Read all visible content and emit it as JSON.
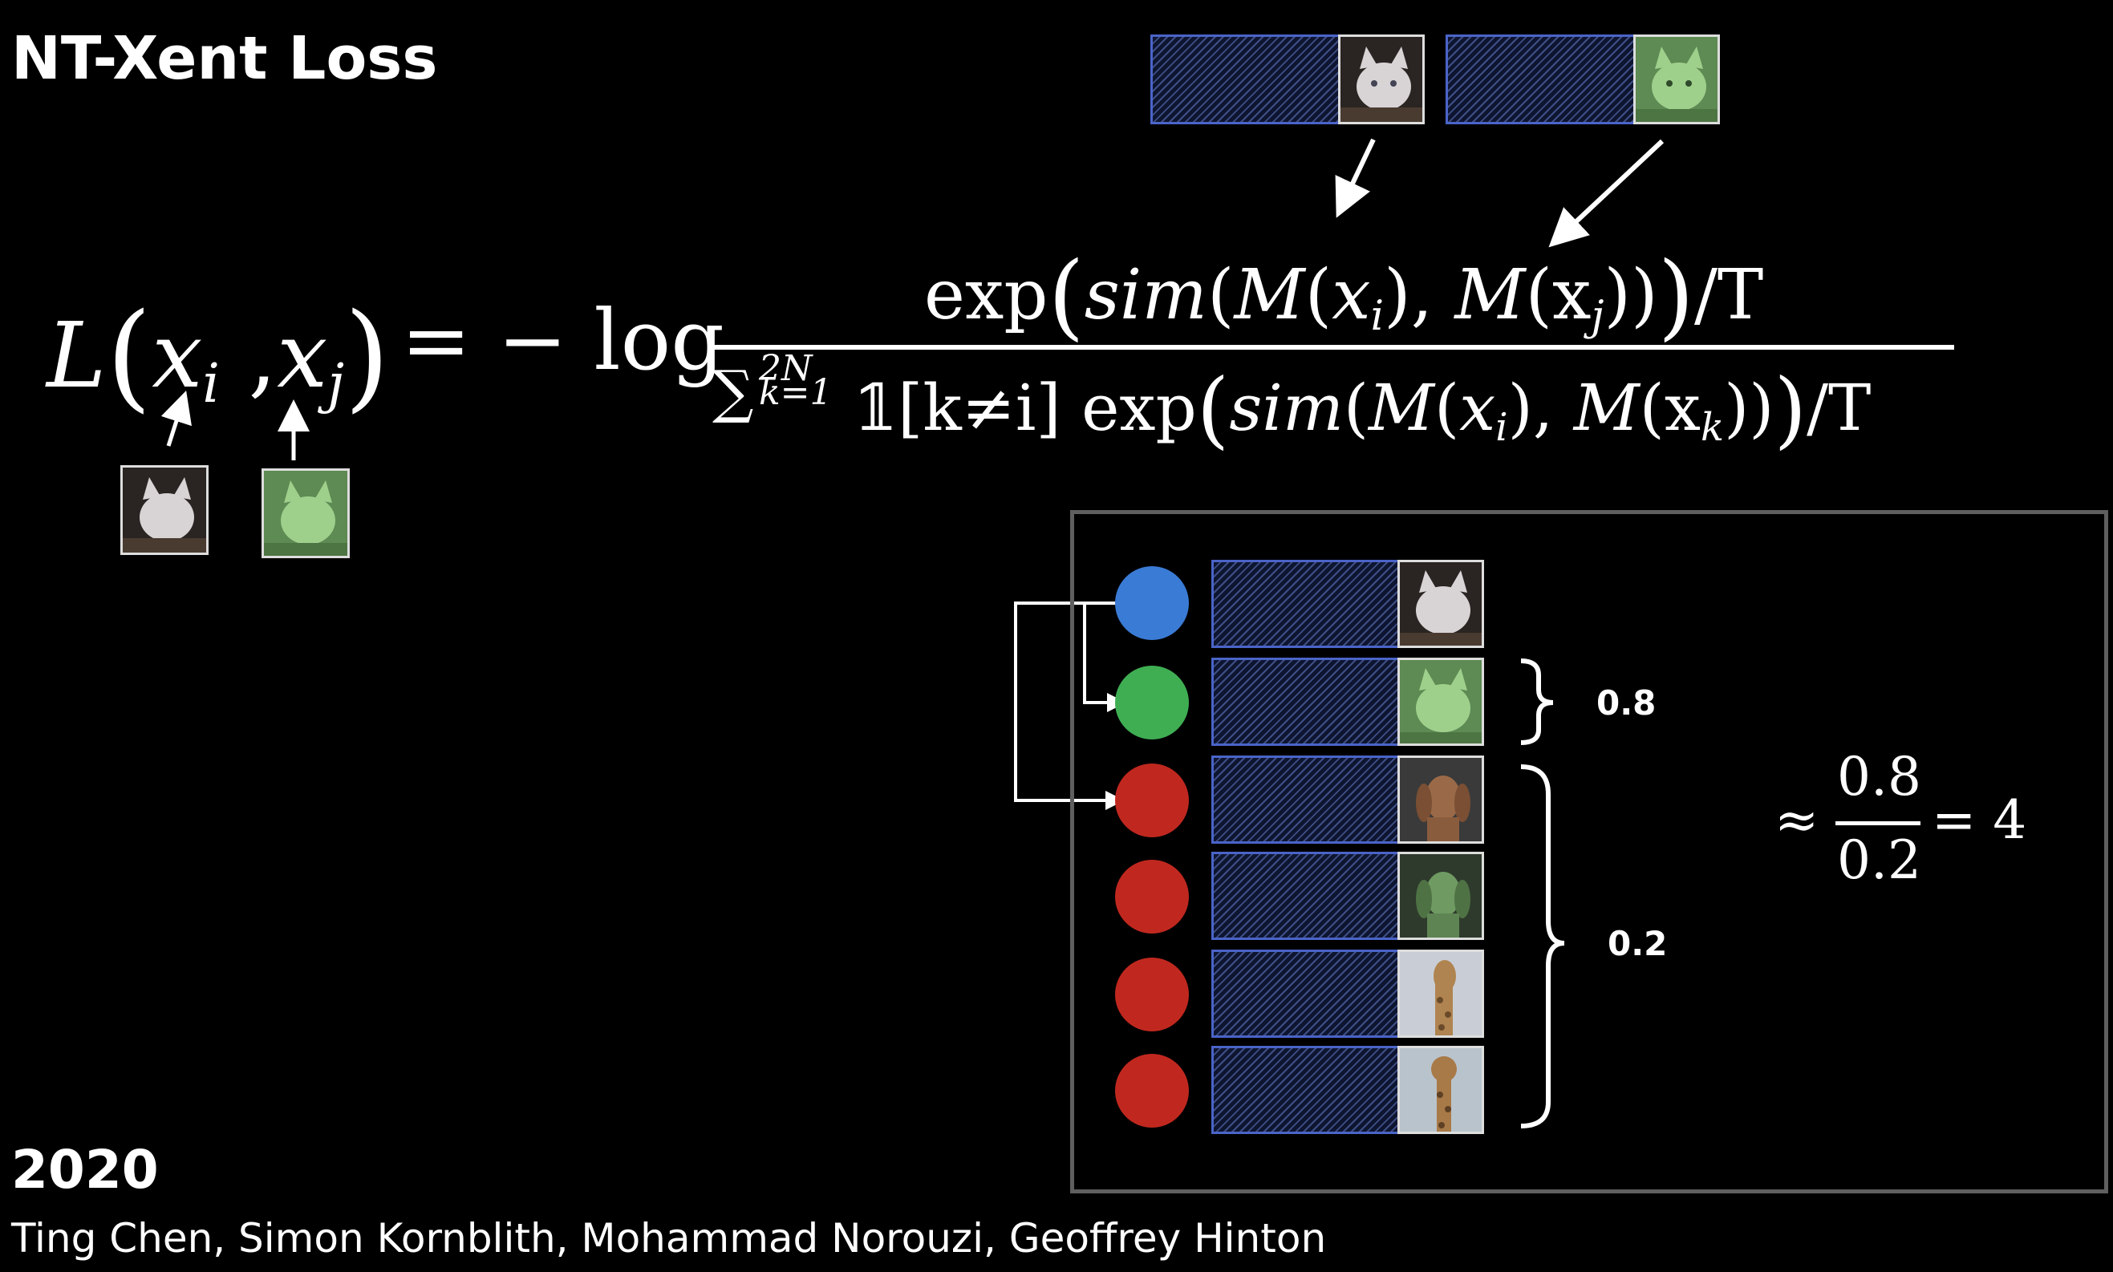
{
  "title": "NT-Xent Loss",
  "year": "2020",
  "authors": "Ting Chen, Simon Kornblith,  Mohammad Norouzi,  Geoffrey Hinton",
  "formula": {
    "lhs_L": "L",
    "lhs_args": [
      "x",
      "i",
      "x",
      "j"
    ],
    "eq_minus_log": "= − log",
    "numerator": {
      "pre": "exp",
      "sim": "sim",
      "M": "M",
      "x": "x",
      "i": "i",
      "j": "j",
      "tail": "/T"
    },
    "denominator": {
      "sum": "∑",
      "upper": "2N",
      "lower": "k=1",
      "indicator": "𝟙[k≠i]",
      "exp": "exp",
      "sim": "sim",
      "M": "M",
      "x": "x",
      "i": "i",
      "k": "k",
      "tail": "/T"
    }
  },
  "similarity_labels": {
    "positive": "0.8",
    "negatives": "0.2"
  },
  "ratio": {
    "approx": "≈",
    "numerator": "0.8",
    "denominator": "0.2",
    "result": "= 4"
  },
  "colors": {
    "anchor_dot": "#3a7bd5",
    "positive_dot": "#3fae53",
    "negative_dot": "#c0281f",
    "embedding_border": "#4a64c8",
    "frame_border": "#5f5f5f"
  },
  "icons": [
    "cat-white-image",
    "cat-green-image",
    "dog-image",
    "dog-green-image",
    "giraffe-image",
    "giraffe-image-2"
  ]
}
